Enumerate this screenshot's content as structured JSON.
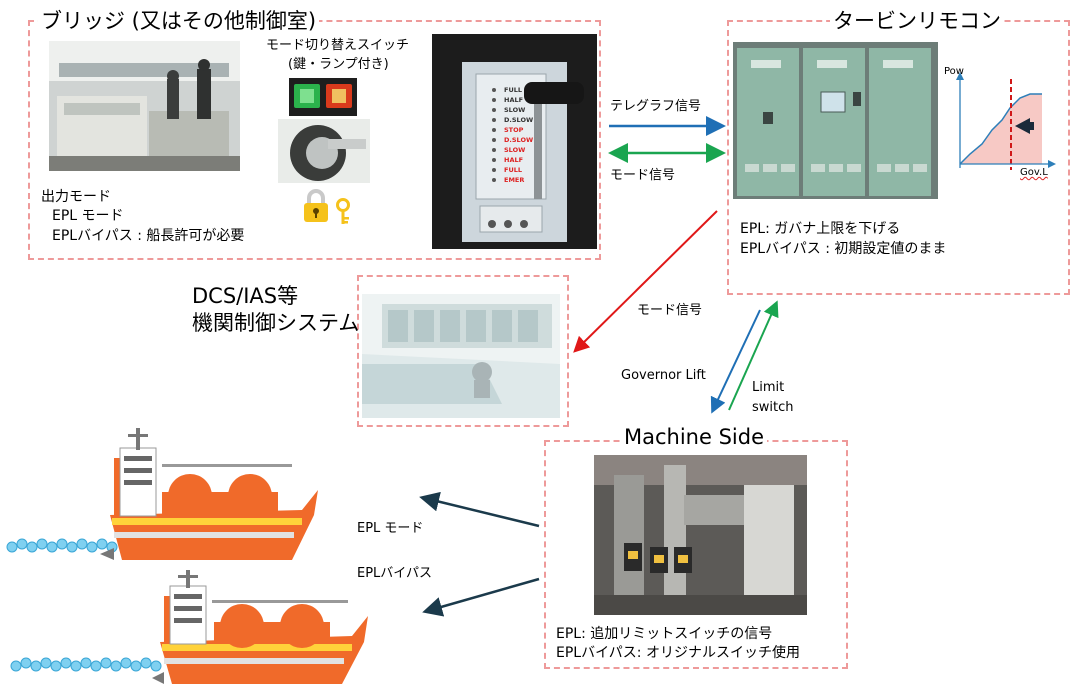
{
  "bridge": {
    "title": "ブリッジ (又はその他制御室)",
    "switch_caption_1": "モード切り替えスイッチ",
    "switch_caption_2": "(鍵・ランプ付き)",
    "output_mode_heading": "出力モード",
    "output_mode_epl": "EPL モード",
    "output_mode_bypass": "EPLバイパス : 船長許可が必要"
  },
  "telegraph": {
    "notches": [
      "FULL",
      "HALF",
      "SLOW",
      "D.SLOW",
      "STOP",
      "D.SLOW",
      "SLOW",
      "HALF",
      "FULL",
      "EMER"
    ]
  },
  "turbine": {
    "title": "タービンリモコン",
    "epl_line": "EPL: ガバナ上限を下げる",
    "bypass_line": "EPLバイパス : 初期設定値のまま",
    "graph": {
      "y_label": "Pow",
      "x_label": "Gov.L"
    }
  },
  "dcs": {
    "title_line1": "DCS/IAS等",
    "title_line2": "機関制御システム"
  },
  "machine": {
    "title": "Machine Side",
    "epl_line": "EPL: 追加リミットスイッチの信号",
    "bypass_line": "EPLバイパス: オリジナルスイッチ使用"
  },
  "signals": {
    "telegraph": "テレグラフ信号",
    "mode_top": "モード信号",
    "mode_diag": "モード信号",
    "governor_lift": "Governor Lift",
    "limit_switch_1": "Limit",
    "limit_switch_2": "switch",
    "ship_epl": "EPL モード",
    "ship_bypass": "EPLバイパス"
  },
  "colors": {
    "dashed_border": "#ee9a9a",
    "telegraph_arrow": "#1f6fb5",
    "mode_arrow": "#1aa550",
    "mode_diag_arrow": "#e01818",
    "ship_arrow": "#1b3a4b",
    "ship_hull": "#f06a2a",
    "ship_stripe": "#ffd23a",
    "red_lamp": "#d93a1c",
    "green_lamp": "#2bb24c",
    "panel_green": "#8fb7a6"
  },
  "icons": [
    "lock-icon",
    "key-icon",
    "governor-graph-icon",
    "ship-icon"
  ]
}
